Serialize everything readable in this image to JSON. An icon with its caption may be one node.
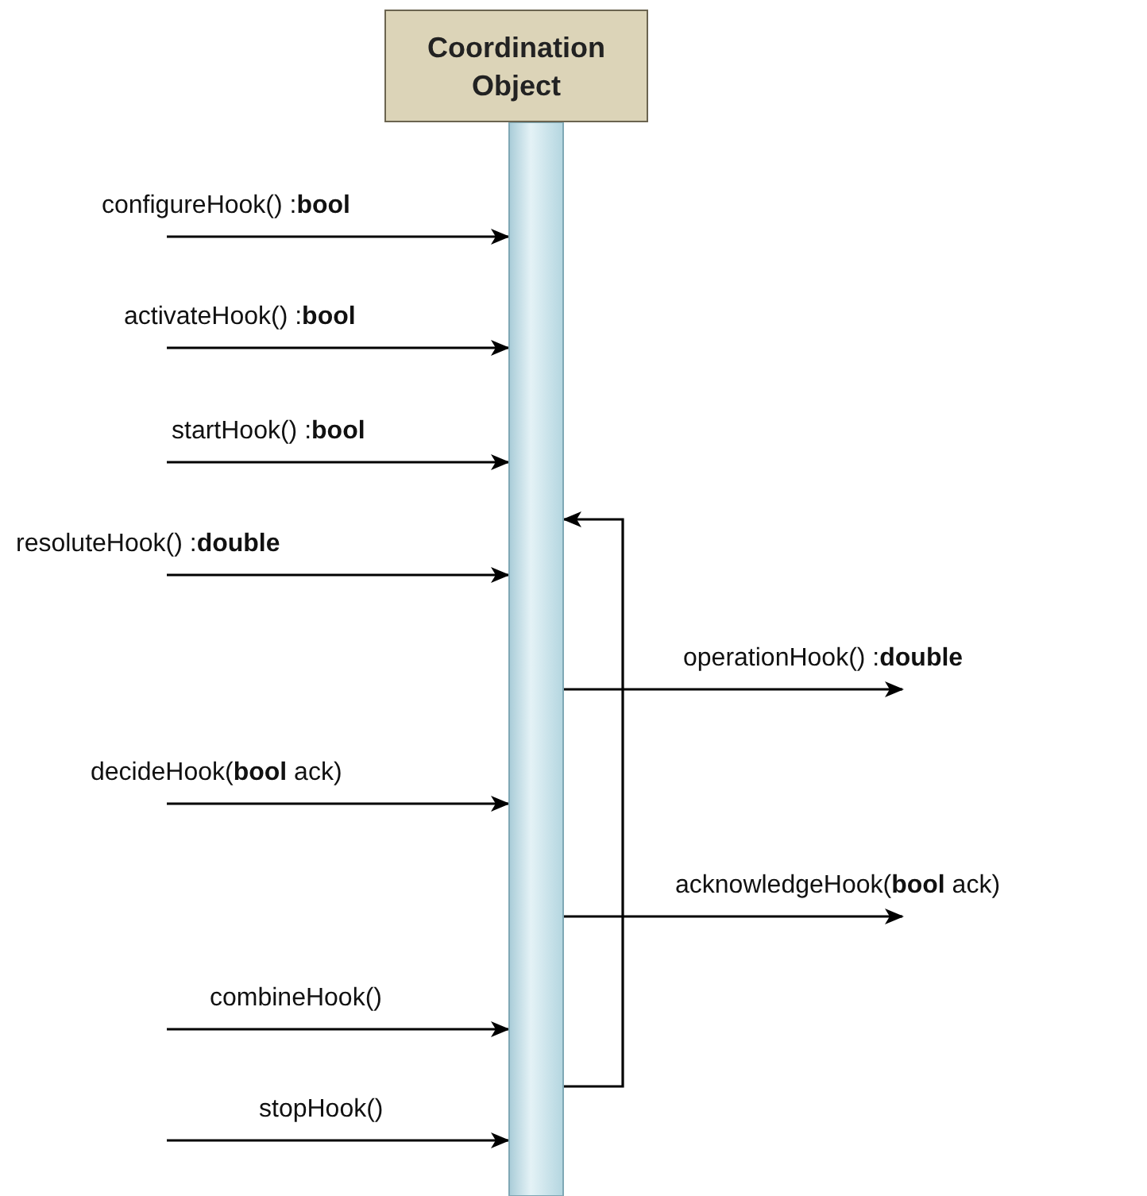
{
  "diagram": {
    "nodes": [
      {
        "text": [
          "Coordination Object"
        ]
      },
      {
        "text": [],
        "shape": "bar"
      }
    ],
    "edges": [
      {
        "from": null,
        "to": 1,
        "arrow": "to",
        "label": "configureHook() :**bool**"
      },
      {
        "from": null,
        "to": 1,
        "arrow": "to",
        "label": "activateHook() :**bool**"
      },
      {
        "from": null,
        "to": 1,
        "arrow": "to",
        "label": "startHook() :**bool**"
      },
      {
        "from": 1,
        "to": 1,
        "arrow": "to"
      },
      {
        "from": null,
        "to": 1,
        "arrow": "to",
        "label": "resoluteHook() :**double**"
      },
      {
        "from": 1,
        "to": null,
        "arrow": "to",
        "label": "operationHook() :**double**"
      },
      {
        "from": null,
        "to": 1,
        "arrow": "to",
        "label": "decideHook(**bool** ack)"
      },
      {
        "from": 1,
        "to": null,
        "arrow": "to",
        "label": "acknowledgeHook(**bool** ack)"
      },
      {
        "from": null,
        "to": 1,
        "arrow": "to",
        "label": "combineHook()"
      },
      {
        "from": null,
        "to": 1,
        "arrow": "to",
        "label": "stopHook()"
      }
    ]
  }
}
